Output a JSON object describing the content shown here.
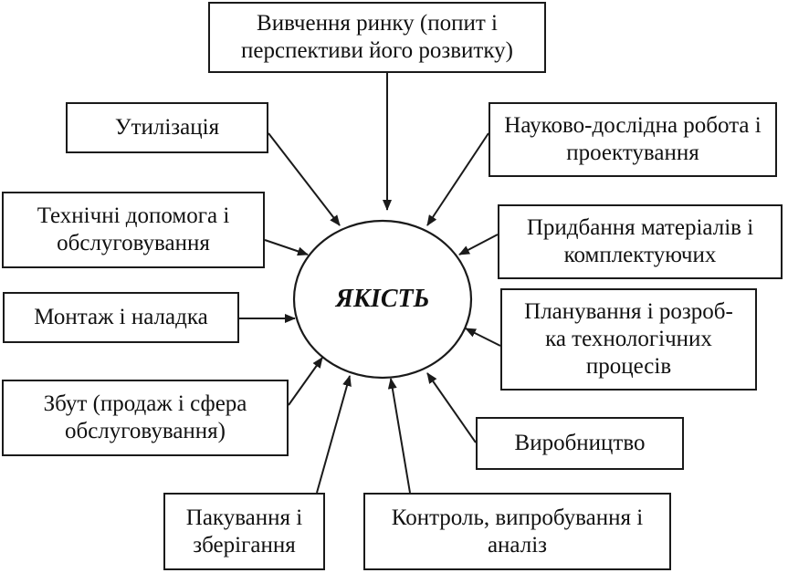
{
  "center": {
    "label": "ЯКІСТЬ"
  },
  "factors": {
    "market": "Вивчення ринку (попит і перспективи його розвитку)",
    "disposal": "Утилізація",
    "research": "Науково-дослідна робота і проектування",
    "tech_support": "Технічні допомога і обслуговування",
    "materials": "Придбання матеріалів і комплектуючих",
    "installation": "Монтаж і наладка",
    "process_planning": "Планування і розроб-ка технологічних процесів",
    "sales": "Збут (продаж і сфера обслуговування)",
    "production": "Виробництво",
    "packaging": "Пакування і зберігання",
    "control": "Контроль, випробування і аналіз"
  },
  "colors": {
    "line": "#1a1a1a",
    "background": "#ffffff"
  }
}
